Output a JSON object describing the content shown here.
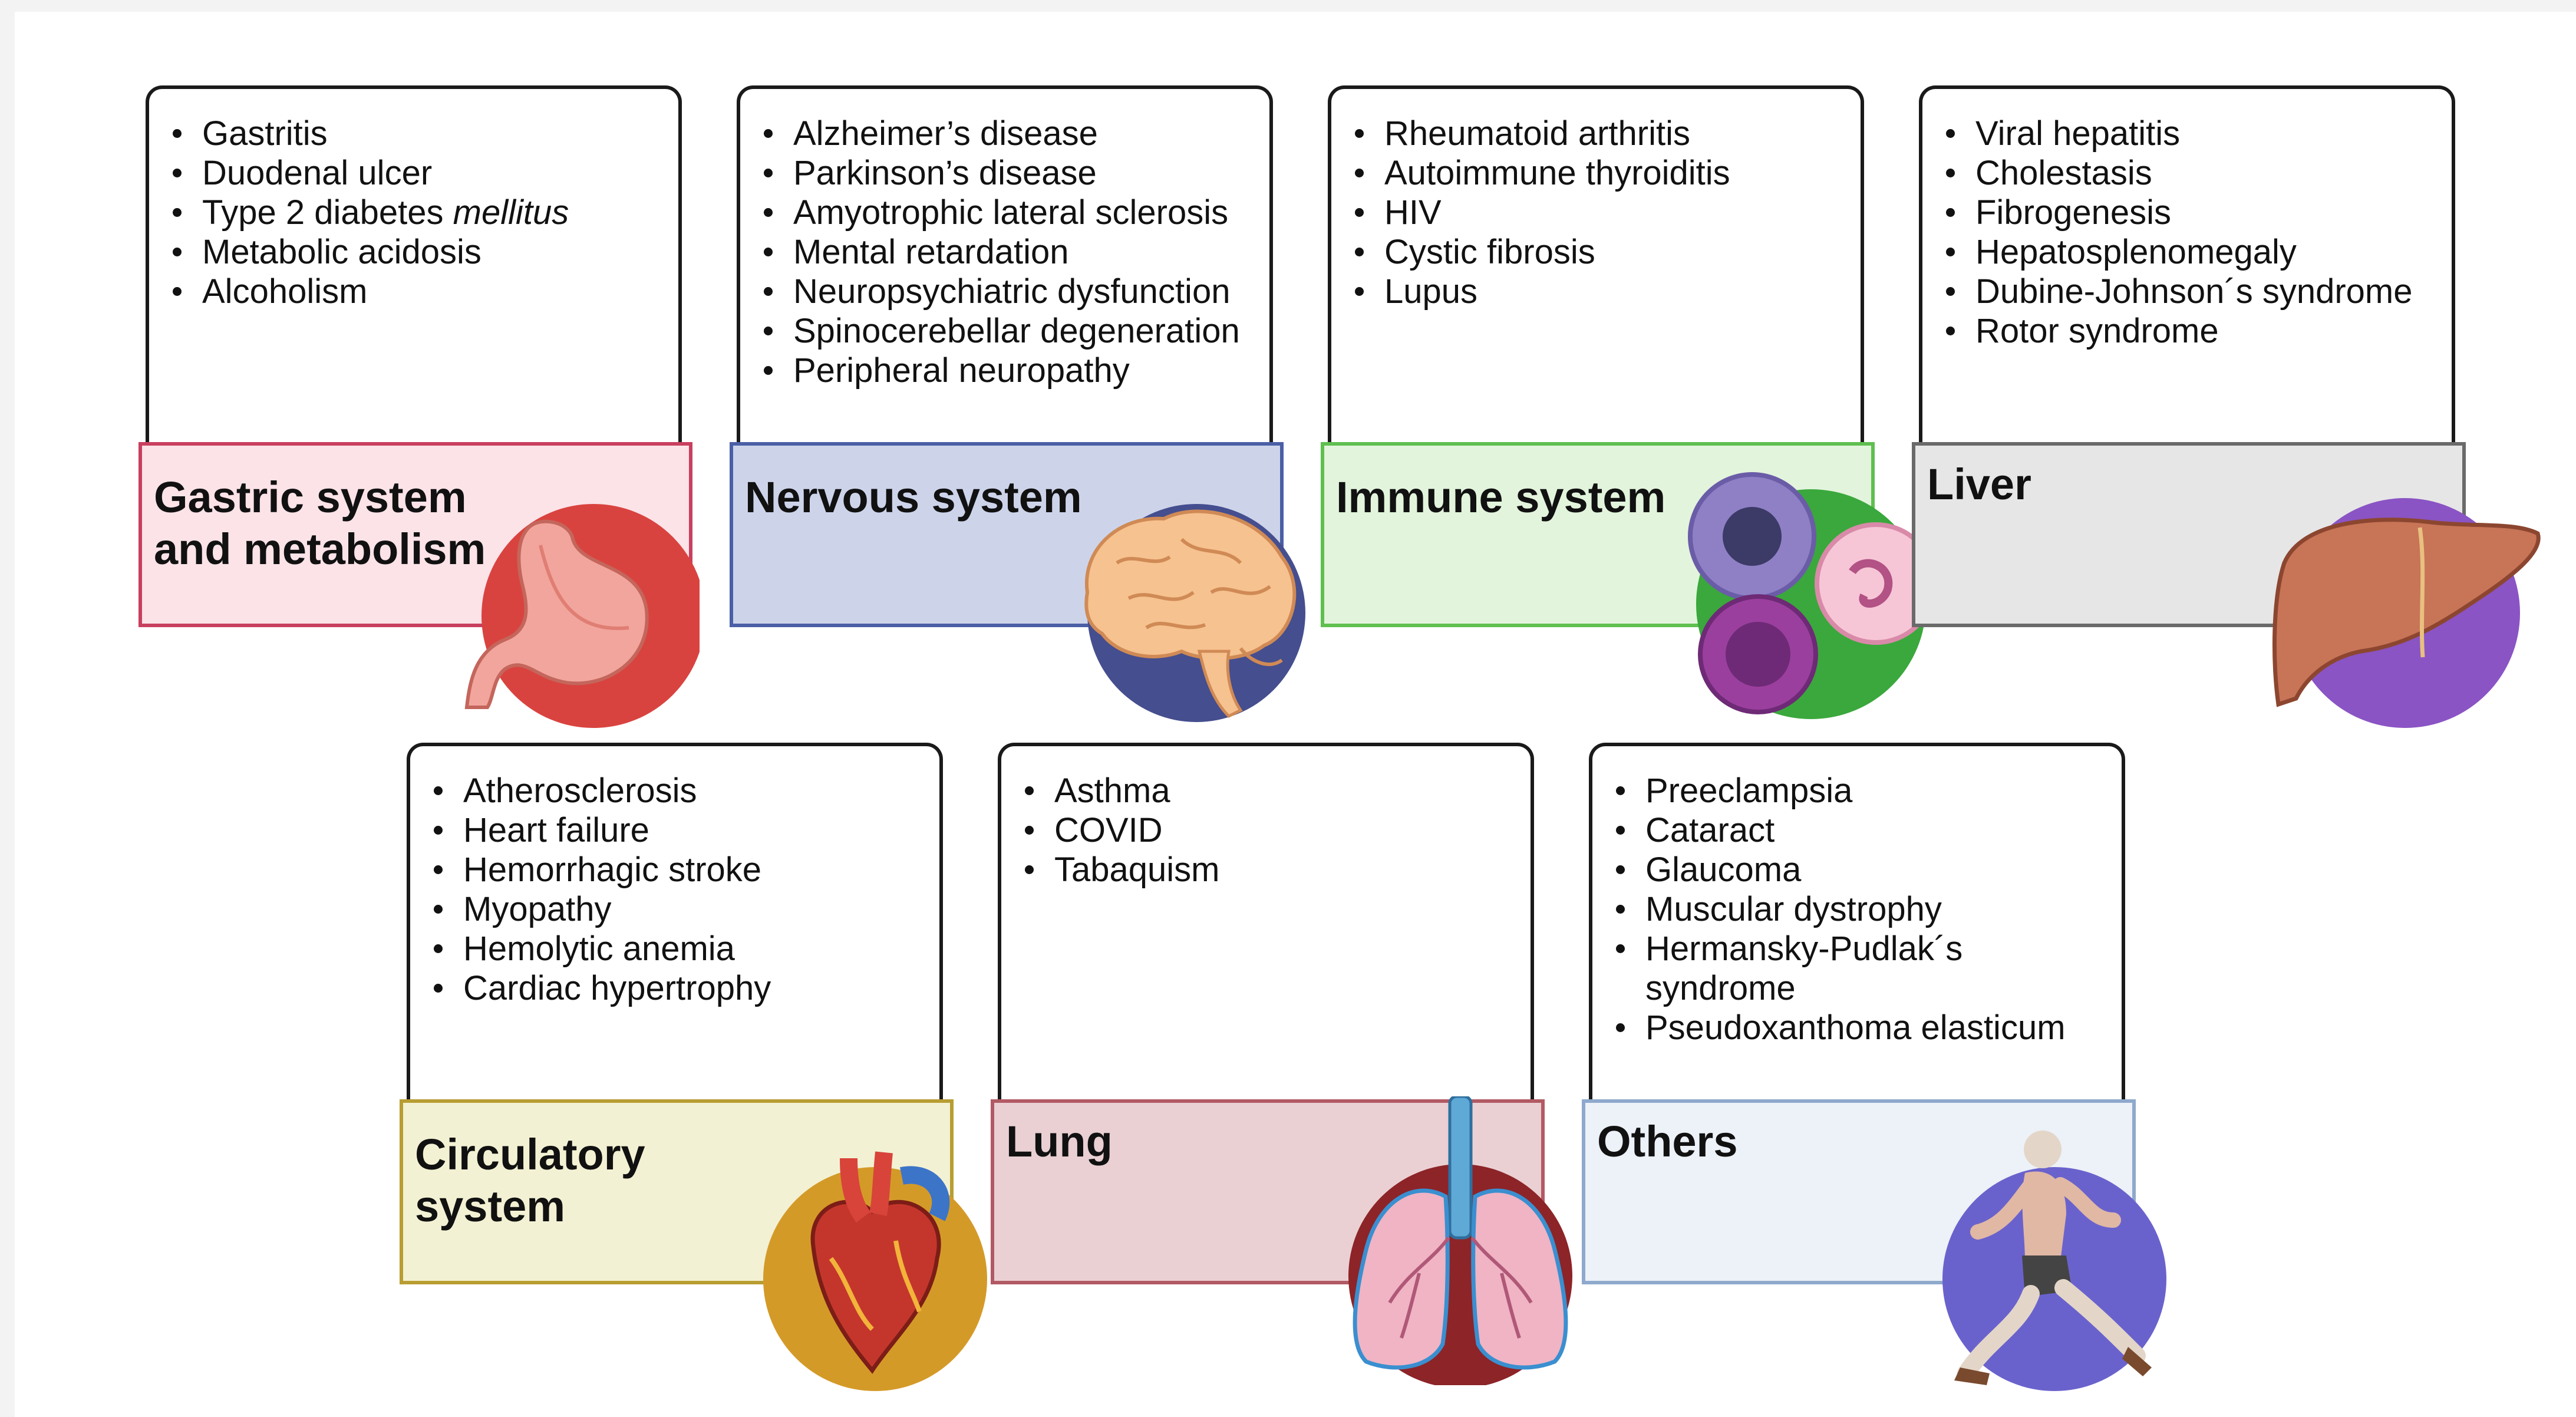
{
  "cards": [
    {
      "title": "Gastric system and metabolism",
      "items": [
        "Gastritis",
        "Duodenal ulcer",
        "Type 2 diabetes mellitus",
        "Metabolic acidosis",
        "Alcoholism"
      ],
      "label_bg": "#fbe3e8",
      "label_border": "#c8405e",
      "icon": "stomach-icon",
      "icon_circle": "#d9433f"
    },
    {
      "title": "Nervous system",
      "items": [
        "Alzheimer’s disease",
        "Parkinson’s disease",
        "Amyotrophic lateral sclerosis",
        "Mental retardation",
        "Neuropsychiatric dysfunction",
        "Spinocerebellar degeneration",
        "Peripheral neuropathy"
      ],
      "label_bg": "#cdd4ea",
      "label_border": "#4b5fa6",
      "icon": "brain-icon",
      "icon_circle": "#454e8e"
    },
    {
      "title": "Immune system",
      "items": [
        "Rheumatoid arthritis",
        "Autoimmune  thyroiditis",
        "HIV",
        "Cystic fibrosis",
        "Lupus"
      ],
      "label_bg": "#e2f4dc",
      "label_border": "#5fbf4f",
      "icon": "immune-cells-icon",
      "icon_circle": "#3aa83c"
    },
    {
      "title": "Liver",
      "items": [
        "Viral hepatitis",
        "Cholestasis",
        "Fibrogenesis",
        "Hepatosplenomegaly",
        "Dubine-Johnson´s syndrome",
        "Rotor syndrome"
      ],
      "label_bg": "#e6e6e6",
      "label_border": "#6a6a6a",
      "icon": "liver-icon",
      "icon_circle": "#8a54c4"
    },
    {
      "title": "Circulatory system",
      "items": [
        "Atherosclerosis",
        "Heart failure",
        "Hemorrhagic stroke",
        "Myopathy",
        "Hemolytic anemia",
        "Cardiac hypertrophy"
      ],
      "label_bg": "#f3f1d3",
      "label_border": "#b89d32",
      "icon": "heart-icon",
      "icon_circle": "#d49a28"
    },
    {
      "title": "Lung",
      "items": [
        "Asthma",
        "COVID",
        "Tabaquism"
      ],
      "label_bg": "#ead0d3",
      "label_border": "#b25a64",
      "icon": "lungs-icon",
      "icon_circle": "#8c2428"
    },
    {
      "title": "Others",
      "items": [
        "Preeclampsia",
        "Cataract",
        "Glaucoma",
        "Muscular dystrophy",
        "Hermansky-Pudlak´s syndrome",
        "Pseudoxanthoma elasticum"
      ],
      "label_bg": "#edf1f8",
      "label_border": "#8ea9cc",
      "icon": "runner-icon",
      "icon_circle": "#6a62cc"
    }
  ]
}
